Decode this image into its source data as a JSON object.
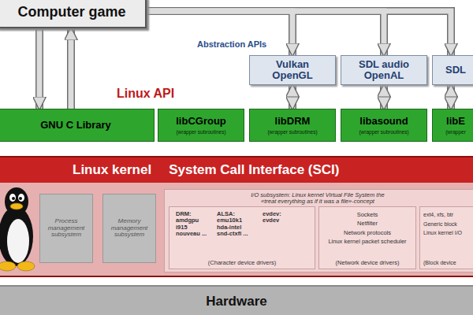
{
  "diagram": {
    "nodes": [
      {
        "text": [
          "Computer game"
        ]
      },
      {
        "text": [
          "Vulkan OpenGL"
        ]
      },
      {
        "text": [
          "SDL audio OpenAL"
        ]
      },
      {
        "text": [
          "SDL"
        ]
      },
      {
        "text": [
          "GNU C Library"
        ]
      },
      {
        "text": [
          "libCGroup",
          "(wrapper subroutines)"
        ]
      },
      {
        "text": [
          "libDRM",
          "(wrapper subroutines)"
        ]
      },
      {
        "text": [
          "libasound",
          "(wrapper subroutines)"
        ]
      },
      {
        "text": [
          "libE",
          "(wrapper"
        ]
      },
      {
        "text": [
          "Linux kernel",
          "System Call Interface (SCI)"
        ]
      },
      {
        "text": [
          "Process management subsystem"
        ],
        "in": 9
      },
      {
        "text": [
          "Memory management subsystem"
        ],
        "in": 9
      },
      {
        "text": [
          "I/O subsystem: Linux kernel Virtual File System the «treat everything as if it was a file»-concept"
        ],
        "in": 9
      },
      {
        "text": [
          "DRM: amdgpu i915 nouveau ...",
          "ALSA: emu10k1 hda-intel snd-ctxfi ...",
          "evdev: evdev",
          "(Character device drivers)"
        ],
        "in": 12
      },
      {
        "text": [
          "Sockets",
          "Netfilter",
          "Network protocols",
          "Linux kernel packet scheduler",
          "(Network device drivers)"
        ],
        "in": 12
      },
      {
        "text": [
          "ext4, xfs, btr",
          "Generic block",
          "Linux kernel I/O",
          "(Block device"
        ],
        "in": 12
      },
      {
        "text": [
          "Hardware"
        ]
      }
    ],
    "edges": [
      {
        "from": 0,
        "to": 4,
        "arrow": "to"
      },
      {
        "from": 4,
        "to": 0,
        "arrow": "to"
      },
      {
        "from": 0,
        "to": 1,
        "arrow": "to"
      },
      {
        "from": 0,
        "to": 2,
        "arrow": "to"
      },
      {
        "from": 0,
        "to": 3,
        "arrow": "to"
      },
      {
        "from": 1,
        "to": 6,
        "arrow": "both"
      },
      {
        "from": 2,
        "to": 7,
        "arrow": "both"
      },
      {
        "from": 3,
        "to": 8,
        "arrow": "both"
      }
    ],
    "labels": [
      "Abstraction APIs",
      "Linux API"
    ]
  }
}
